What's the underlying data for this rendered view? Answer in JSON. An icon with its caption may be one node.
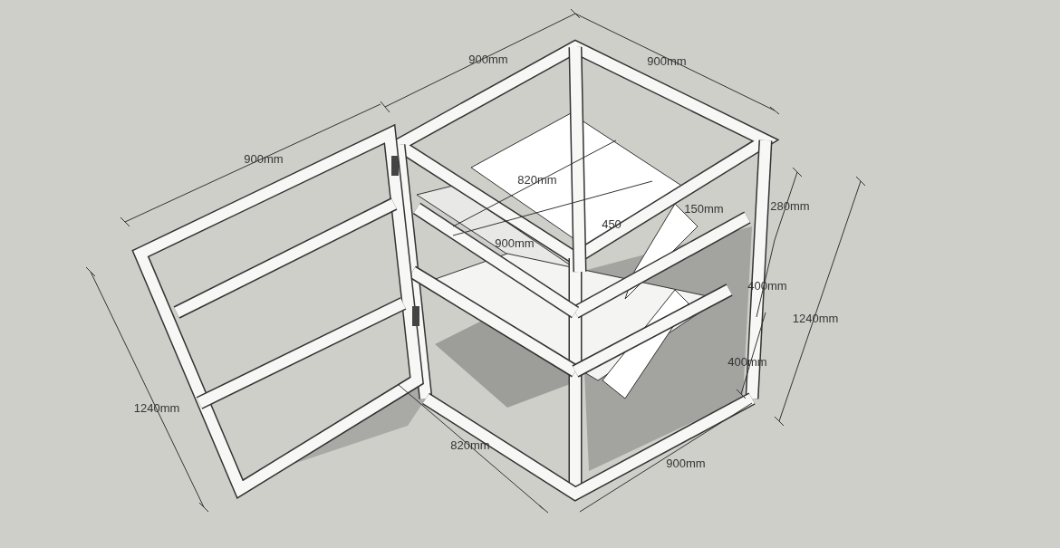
{
  "diagram": {
    "labels": [
      "900mm",
      "900mm",
      "900mm",
      "820mm",
      "280mm",
      "150mm",
      "450",
      "900mm",
      "400mm",
      "1240mm",
      "400mm",
      "1240mm",
      "820mm",
      "900mm"
    ]
  }
}
